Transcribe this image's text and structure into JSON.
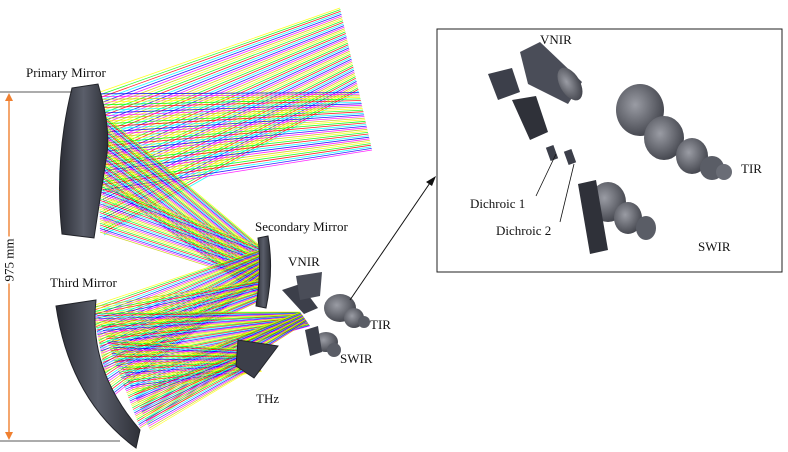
{
  "labels": {
    "primary_mirror": "Primary Mirror",
    "secondary_mirror": "Secondary Mirror",
    "third_mirror": "Third Mirror",
    "vnir": "VNIR",
    "tir": "TIR",
    "swir": "SWIR",
    "thz": "THz",
    "dimension": "975 mm"
  },
  "inset_labels": {
    "vnir": "VNIR",
    "tir": "TIR",
    "swir": "SWIR",
    "dichroic_1": "Dichroic 1",
    "dichroic_2": "Dichroic 2"
  },
  "colors": {
    "ray_colors": [
      "#ffff00",
      "#00ff00",
      "#ff0000",
      "#00ffff",
      "#0000ff",
      "#ff00ff",
      "#c8c800"
    ],
    "dimension_line": "#f08030",
    "mirror_fill": "#3c3f4a"
  }
}
